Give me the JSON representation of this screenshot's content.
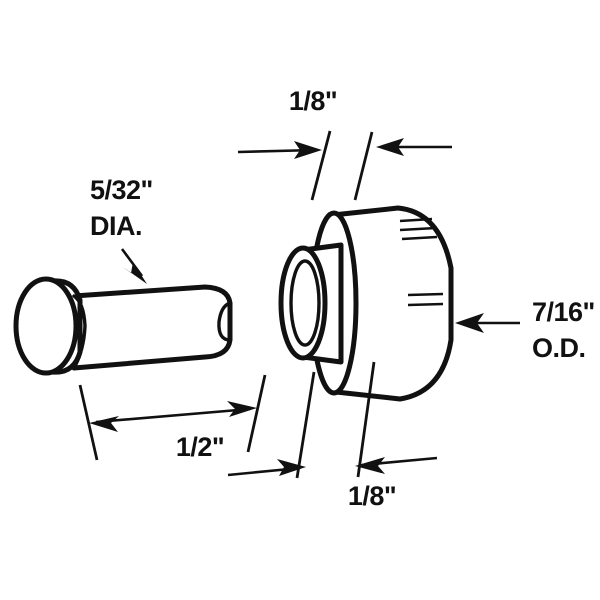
{
  "drawing": {
    "title": "Flanged bushing and pin technical dimension drawing",
    "background_color": "#ffffff",
    "line_color": "#111111",
    "dimensions": {
      "top_thickness": {
        "label": "1/8\"",
        "name": "flange-thickness"
      },
      "shaft_diameter": {
        "label_line1": "5/32\"",
        "label_line2": "DIA.",
        "name": "pin-shaft-diameter"
      },
      "outer_diameter": {
        "label_line1": "7/16\"",
        "label_line2": "O.D.",
        "name": "bushing-outer-diameter"
      },
      "shaft_length": {
        "label": "1/2\"",
        "name": "pin-shaft-length"
      },
      "bottom_thickness": {
        "label": "1/8\"",
        "name": "hub-wall-thickness"
      }
    },
    "parts": [
      {
        "name": "pin",
        "description": "Headed pin with cylindrical shaft"
      },
      {
        "name": "bushing",
        "description": "Flanged bushing with through bore"
      }
    ]
  }
}
